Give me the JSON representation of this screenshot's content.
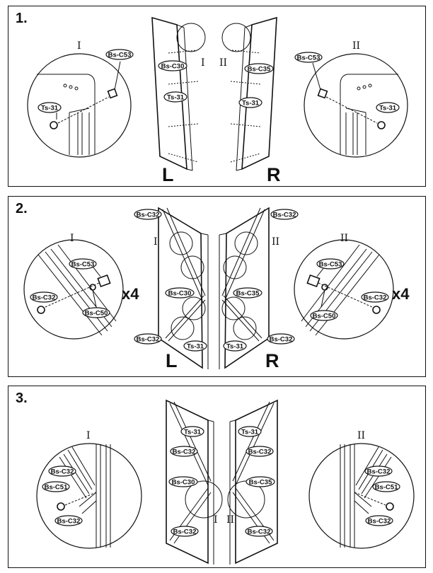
{
  "steps": [
    {
      "number": "1.",
      "detail_left": "I",
      "detail_right": "II",
      "side_left": "L",
      "side_right": "R",
      "labels": {
        "c53_left": "Bs-C53",
        "ts31_left": "Ts-31",
        "c30": "Bs-C30",
        "ts31_mid": "Ts-31",
        "mid_left": "I",
        "mid_right": "II",
        "c35": "Bs-C35",
        "ts31_mid_r": "Ts-31",
        "c53_right": "Bs-C53",
        "ts31_right": "Ts-31"
      }
    },
    {
      "number": "2.",
      "detail_left": "I",
      "detail_right": "II",
      "side_left": "L",
      "side_right": "R",
      "qty_left": "x4",
      "qty_right": "x4",
      "labels": {
        "c53_left": "Bs-C53",
        "c32_left": "Bs-C32",
        "c50_left": "Bs-C50",
        "c32_tl": "Bs-C32",
        "c32_bl": "Bs-C32",
        "c30": "Bs-C30",
        "ts31_l": "Ts-31",
        "mid_left": "I",
        "mid_right": "II",
        "c32_tr": "Bs-C32",
        "c35": "Bs-C35",
        "ts31_r": "Ts-31",
        "c32_br": "Bs-C32",
        "c53_right": "Bs-C53",
        "c32_right": "Bs-C32",
        "c50_right": "Bs-C50"
      }
    },
    {
      "number": "3.",
      "detail_left": "I",
      "detail_right": "II",
      "labels": {
        "c32_l1": "Bs-C32",
        "c51_l": "Bs-C51",
        "c32_l2": "Bs-C32",
        "ts31_l": "Ts-31",
        "c32_ml1": "Bs-C32",
        "c30": "Bs-C30",
        "c32_ml2": "Bs-C32",
        "mid_left": "I",
        "mid_right": "II",
        "ts31_r": "Ts-31",
        "c32_mr1": "Bs-C32",
        "c35": "Bs-C35",
        "c32_mr2": "Bs-C32",
        "c32_r1": "Bs-C32",
        "c51_r": "Bs-C51",
        "c32_r2": "Bs-C32"
      }
    }
  ]
}
